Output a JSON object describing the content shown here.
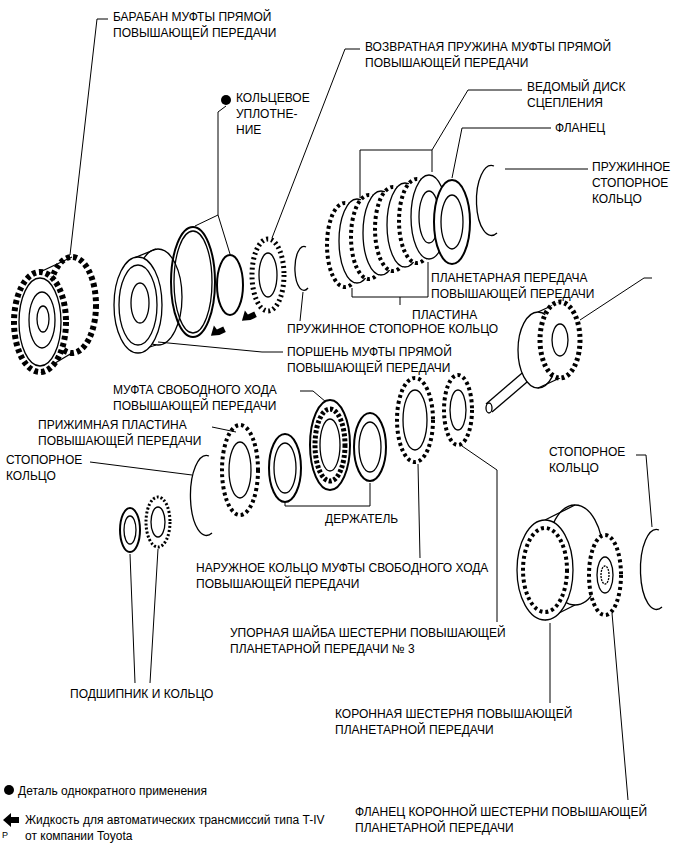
{
  "diagram": {
    "labels": [
      "БАРАБАН МУФТЫ ПРЯМОЙ ПОВЫШАЮЩЕЙ ПЕРЕДАЧИ",
      "ВОЗВРАТНАЯ ПРУЖИНА МУФТЫ ПРЯМОЙ ПОВЫШАЮЩЕЙ ПЕРЕДАЧИ",
      "КОЛЬЦЕВОЕ УПЛОТНЕ- НИЕ",
      "ВЕДОМЫЙ ДИСК СЦЕПЛЕНИЯ",
      "ФЛАНЕЦ",
      "ПРУЖИННОЕ СТОПОРНОЕ КОЛЬЦО",
      "ПЛАНЕТАРНАЯ ПЕРЕДАЧА ПОВЫШАЮЩЕЙ ПЕРЕДАЧИ",
      "ПЛАСТИНА",
      "ПРУЖИННОЕ СТОПОРНОЕ КОЛЬЦО",
      "ПОРШЕНЬ МУФТЫ ПРЯМОЙ ПОВЫШАЮЩЕЙ ПЕРЕДАЧИ",
      "МУФТА СВОБОДНОГО ХОДА ПОВЫШАЮЩЕЙ ПЕРЕДАЧИ",
      "ПРИЖИМНАЯ ПЛАСТИНА ПОВЫШАЮЩЕЙ ПЕРЕДАЧИ",
      "СТОПОРНОЕ КОЛЬЦО",
      "СТОПОРНОЕ КОЛЬЦО",
      "ДЕРЖАТЕЛЬ",
      "НАРУЖНОЕ КОЛЬЦО МУФТЫ СВОБОДНОГО ХОДА ПОВЫШАЮЩЕЙ ПЕРЕДАЧИ",
      "УПОРНАЯ ШАЙБА ШЕСТЕРНИ ПОВЫШАЮЩЕЙ ПЛАНЕТАРНОЙ ПЕРЕДАЧИ № 3",
      "ПОДШИПНИК И КОЛЬЦО",
      "КОРОННАЯ ШЕСТЕРНЯ ПОВЫШАЮЩЕЙ ПЛАНЕТАРНОЙ ПЕРЕДАЧИ",
      "ФЛАНЕЦ КОРОННОЙ ШЕСТЕРНИ ПОВЫШАЮЩЕЙ ПЛАНЕТАРНОЙ ПЕРЕДАЧИ",
      "P"
    ],
    "legend": [
      {
        "text": "Деталь однократного применения"
      },
      {
        "text": "Жидкость для автоматических трансмиссий типа T-IV от компании Toyota"
      }
    ]
  }
}
